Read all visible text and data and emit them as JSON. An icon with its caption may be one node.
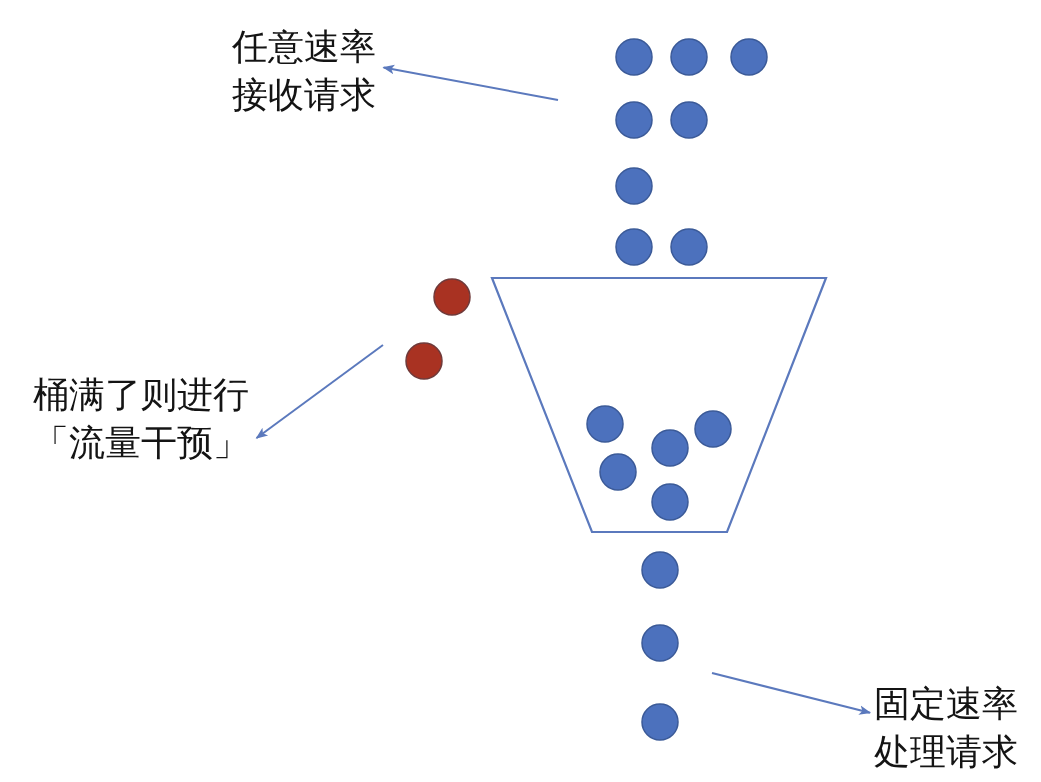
{
  "diagram": {
    "nodes": [
      {
        "text": [
          "任意速率接收请求"
        ]
      },
      {
        "text": [
          "桶满了则进行「流量干预」"
        ]
      },
      {
        "text": [
          "固定速率处理请求"
        ]
      }
    ],
    "edges": [
      {
        "from": null,
        "to": 0,
        "arrow": "to"
      },
      {
        "from": null,
        "to": 1,
        "arrow": "to"
      },
      {
        "from": null,
        "to": 2,
        "arrow": "to"
      }
    ]
  }
}
